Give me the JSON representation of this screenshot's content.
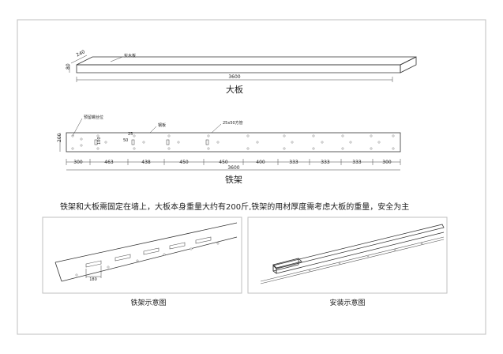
{
  "board": {
    "width_label": "240",
    "height_label": "80",
    "material_label": "实木板",
    "length_label": "3600",
    "title": "大板"
  },
  "rack": {
    "height_label": "200",
    "expansion_bolt_label": "预留螺丝位",
    "steel_plate_label": "钢板",
    "tube_label": "25x50方管",
    "gap_label": "25",
    "spacing_label_a": "50",
    "spacing_label_b": "100",
    "segments": [
      "300",
      "463",
      "438",
      "450",
      "450",
      "400",
      "333",
      "333",
      "333",
      "300"
    ],
    "total_label": "3600",
    "title": "铁架"
  },
  "note": "铁架和大板需固定在墙上，大板本身重量大约有200斤,铁架的用材厚度需考虑大板的重量，安全为主",
  "panels": {
    "left": {
      "caption": "铁架示意图",
      "dim_label": "180"
    },
    "right": {
      "caption": "安装示意图"
    }
  }
}
